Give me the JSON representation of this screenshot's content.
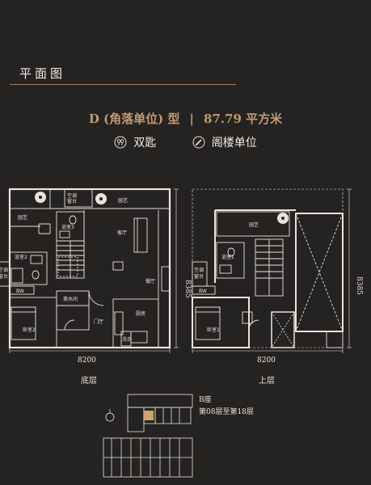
{
  "header": {
    "title": "平面图"
  },
  "unit": {
    "type_label": "D (角落单位) 型",
    "separator": "|",
    "area_label": "87.79 平方米"
  },
  "features": [
    {
      "icon": "double-key-icon",
      "label": "双匙"
    },
    {
      "icon": "loft-pencil-icon",
      "label": "阁楼单位"
    }
  ],
  "lower_floor": {
    "label": "底层",
    "width_dim": "8200",
    "height_dim": "8385",
    "rooms": {
      "ac_left": [
        "空调",
        "窗台"
      ],
      "ac_top": [
        "空调",
        "窗台"
      ],
      "garden_top": "园艺",
      "garden_left": "园艺",
      "bath3": "浴室3",
      "bath2": "浴室2",
      "living": "客厅",
      "dining": "餐厅",
      "bedroom2": "卧室2",
      "tea": "茶水间",
      "foyer": "门厅",
      "kitchen": "厨房",
      "bw": "BW",
      "wash": "洗衣"
    }
  },
  "upper_floor": {
    "label": "上层",
    "width_dim": "8200",
    "height_dim": "8385",
    "rooms": {
      "ac_left": [
        "空调",
        "窗台"
      ],
      "garden": "园艺",
      "bath1": "浴室1",
      "bedroom1": "卧室1",
      "bw": "BW"
    }
  },
  "key_plan": {
    "block": "B座",
    "floors": "第08层至第18层"
  },
  "colors": {
    "background": "#252321",
    "accent": "#c09a73",
    "rule": "#a57b5a",
    "highlight": "#d2a46a"
  }
}
